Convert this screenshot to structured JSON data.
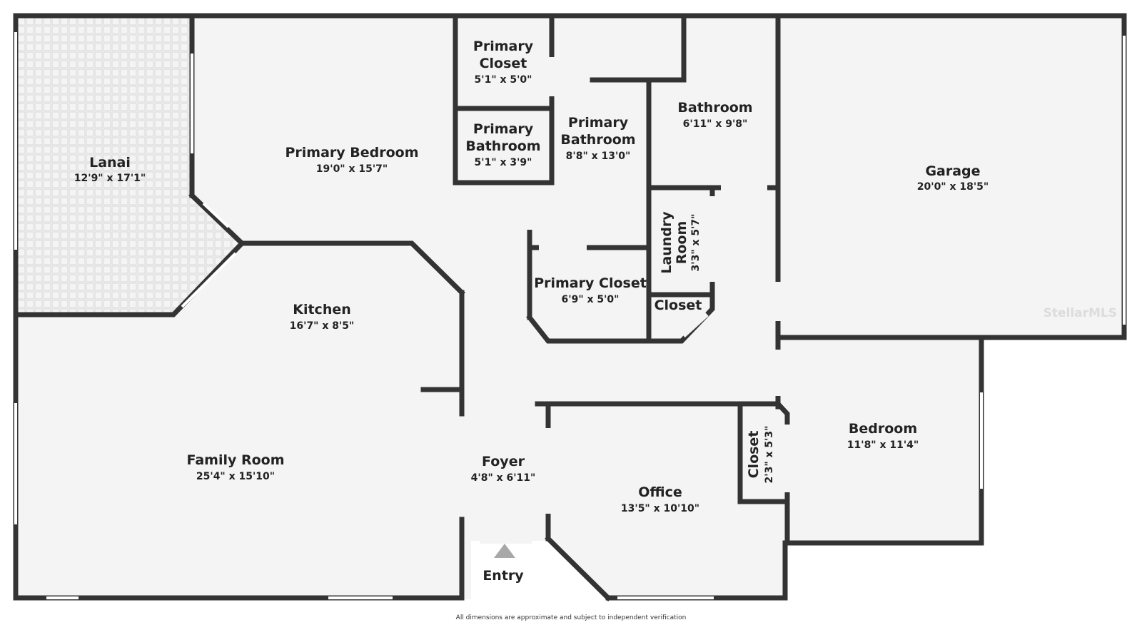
{
  "colors": {
    "wall": "#333333",
    "floor": "#f4f4f4",
    "lanai_tile": "#e2e2e2",
    "window": "#ffffff"
  },
  "rooms": {
    "lanai": {
      "name": "Lanai",
      "dim": "12'9\" x 17'1\""
    },
    "primary_bedroom": {
      "name": "Primary Bedroom",
      "dim": "19'0\" x 15'7\""
    },
    "primary_closet_top": {
      "name_1": "Primary",
      "name_2": "Closet",
      "dim": "5'1\" x 5'0\""
    },
    "primary_bathroom_small": {
      "name_1": "Primary",
      "name_2": "Bathroom",
      "dim": "5'1\" x 3'9\""
    },
    "primary_bathroom": {
      "name_1": "Primary",
      "name_2": "Bathroom",
      "dim": "8'8\" x 13'0\""
    },
    "bathroom": {
      "name": "Bathroom",
      "dim": "6'11\" x 9'8\""
    },
    "garage": {
      "name": "Garage",
      "dim": "20'0\" x 18'5\""
    },
    "laundry": {
      "name_1": "Laundry",
      "name_2": "Room",
      "dim": "3'3\" x 5'7\""
    },
    "primary_closet_mid": {
      "name": "Primary Closet",
      "dim": "6'9\" x 5'0\""
    },
    "closet_small": {
      "name": "Closet"
    },
    "kitchen": {
      "name": "Kitchen",
      "dim": "16'7\" x 8'5\""
    },
    "family_room": {
      "name": "Family Room",
      "dim": "25'4\" x 15'10\""
    },
    "foyer": {
      "name": "Foyer",
      "dim": "4'8\" x 6'11\""
    },
    "office": {
      "name": "Office",
      "dim": "13'5\" x 10'10\""
    },
    "closet_office": {
      "name": "Closet",
      "dim": "2'3\" x 5'3\""
    },
    "bedroom": {
      "name": "Bedroom",
      "dim": "11'8\" x 11'4\""
    }
  },
  "entry_label": "Entry",
  "watermark": "StellarMLS",
  "disclaimer": "All dimensions are approximate and subject to independent verification"
}
